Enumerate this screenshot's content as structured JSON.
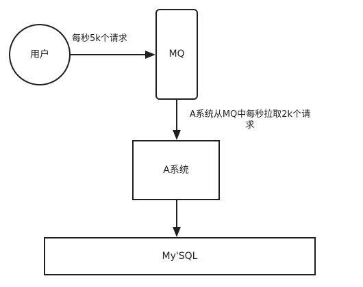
{
  "diagram": {
    "nodes": {
      "user": {
        "label": "用户",
        "shape": "circle"
      },
      "mq": {
        "label": "MQ",
        "shape": "rounded-rect"
      },
      "system_a": {
        "label": "A系统",
        "shape": "rect"
      },
      "mysql": {
        "label": "My'SQL",
        "shape": "rect"
      }
    },
    "edges": {
      "user_to_mq": {
        "label": "每秒5k个请求"
      },
      "mq_to_system_a": {
        "label": "A系统从MQ中每秒拉取2k个请求"
      },
      "system_a_to_mysql": {
        "label": ""
      }
    },
    "colors": {
      "stroke": "#1f1f1f",
      "background": "#ffffff",
      "text": "#222222"
    }
  }
}
